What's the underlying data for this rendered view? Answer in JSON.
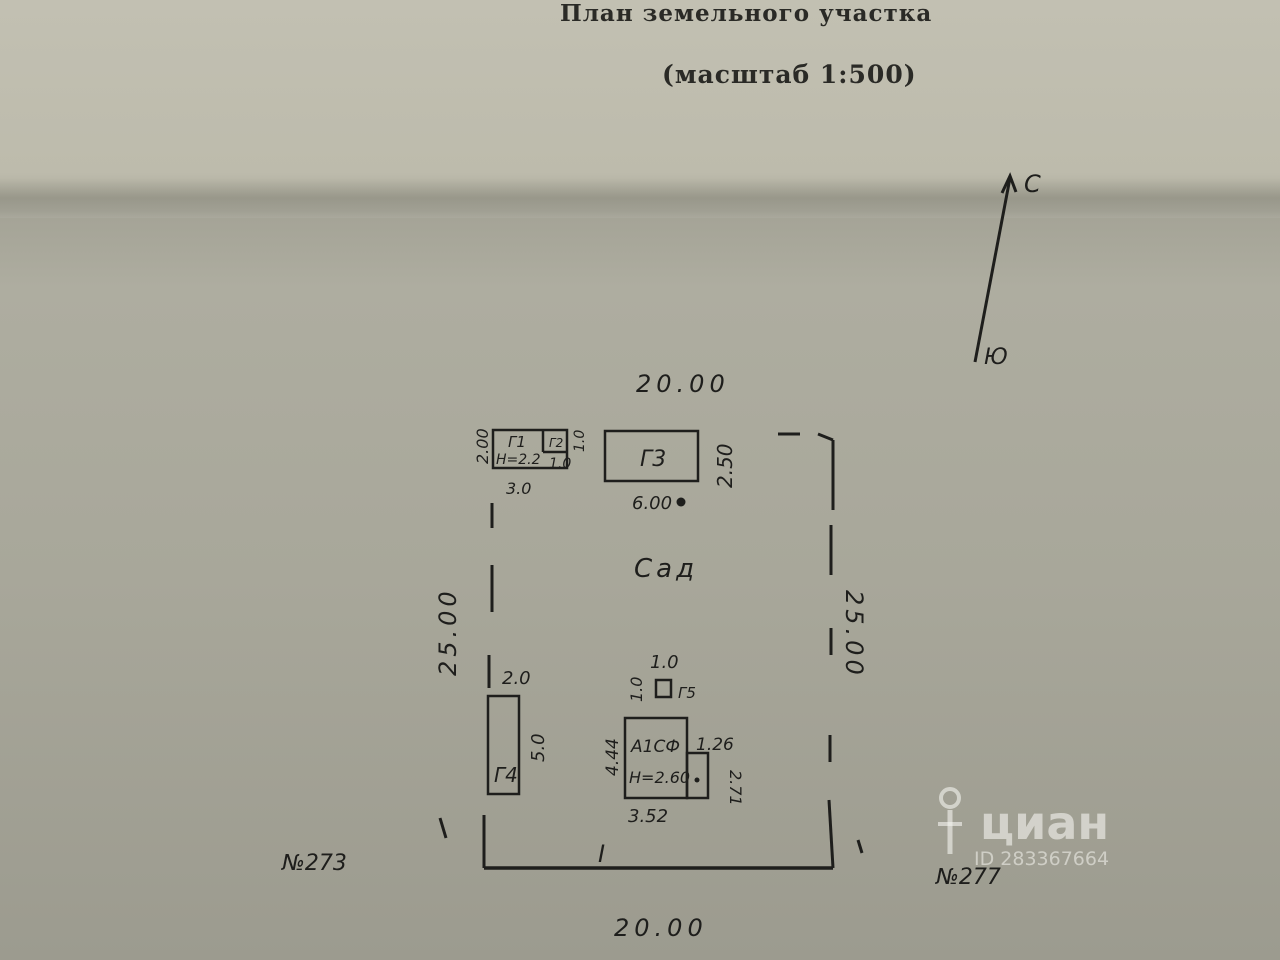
{
  "title": {
    "main": "План земельного участка",
    "scale": "(масштаб 1:500)"
  },
  "compass": {
    "north": "С",
    "south": "Ю"
  },
  "plot": {
    "top_width": "20.00",
    "bottom_width": "20.00",
    "left_length": "25.00",
    "right_length": "25.00",
    "garden_label": "Сад",
    "entrance_mark": "I"
  },
  "buildings": {
    "g1": {
      "label": "Г1",
      "height": "Н=2.2",
      "height_dim": "2.00",
      "width_dim": "3.0"
    },
    "g2": {
      "label": "Г2",
      "width_dim": "1.0",
      "height_dim": "1.0"
    },
    "g3": {
      "label": "Г3",
      "width_dim": "6.00",
      "height_dim": "2.50"
    },
    "g4": {
      "label": "Г4",
      "width_dim": "2.0",
      "height_dim": "5.0"
    },
    "g5": {
      "label": "Г5",
      "width_dim": "1.0",
      "height_dim": "1.0"
    },
    "house": {
      "label": "А1СФ",
      "height": "Н=2.60",
      "width_dim": "3.52",
      "height_dim": "4.44",
      "annex_width": "1.26",
      "annex_height": "2.71"
    }
  },
  "neighbors": {
    "left": "№273",
    "right": "№277"
  },
  "watermark": {
    "brand": "циан",
    "id": "ID 283367664"
  }
}
